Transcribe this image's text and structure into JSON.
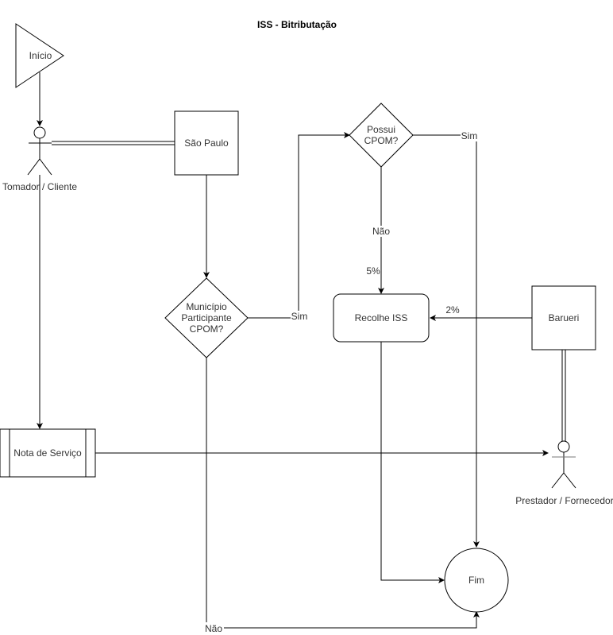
{
  "title": "ISS - Bitributação",
  "nodes": {
    "inicio": "Início",
    "tomador": "Tomador / Cliente",
    "sao_paulo": "São Paulo",
    "municipio_line1": "Município",
    "municipio_line2": "Participante",
    "municipio_line3": "CPOM?",
    "possui_line1": "Possui",
    "possui_line2": "CPOM?",
    "recolhe": "Recolhe ISS",
    "barueri": "Barueri",
    "nota": "Nota de Serviço",
    "prestador": "Prestador / Fornecedor",
    "fim": "Fim"
  },
  "edge_labels": {
    "municipio_sim": "Sim",
    "municipio_nao": "Não",
    "possui_sim": "Sim",
    "possui_nao": "Não",
    "rate_sp": "5%",
    "rate_barueri": "2%"
  },
  "colors": {
    "stroke": "#000000",
    "text": "#333333",
    "background": "#ffffff"
  }
}
